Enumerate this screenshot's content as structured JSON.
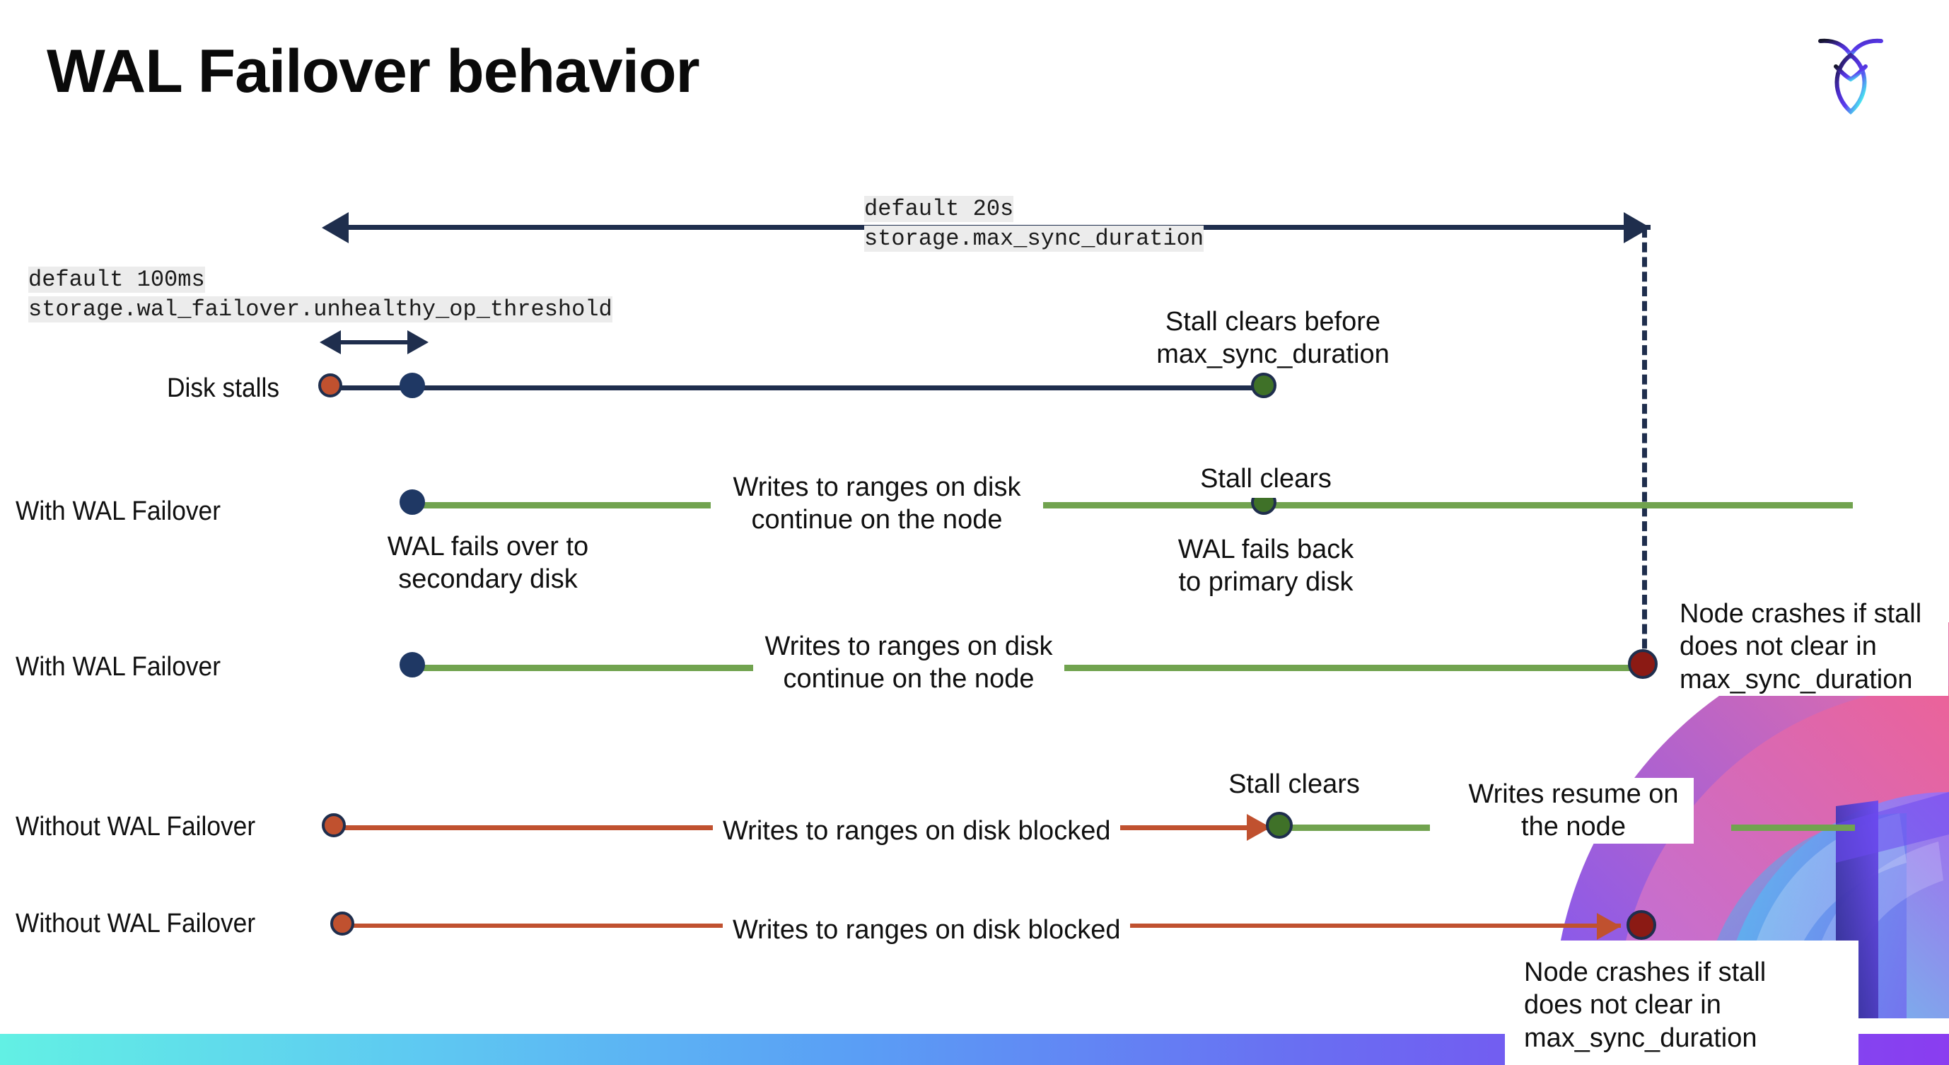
{
  "slide": {
    "title": "WAL Failover behavior",
    "logo_name": "cockroachdb-logo"
  },
  "settings": {
    "max_sync_duration": {
      "default_line": "default 20s",
      "name_line": "storage.max_sync_duration"
    },
    "unhealthy_op_threshold": {
      "default_line": "default 100ms",
      "name_line": "storage.wal_failover.unhealthy_op_threshold"
    }
  },
  "rows": [
    {
      "id": "disk-stalls",
      "label": "Disk stalls",
      "annotation_top": "Stall clears before\nmax_sync_duration"
    },
    {
      "id": "with-wal-failover-clears",
      "label": "With WAL Failover",
      "note_mid": "Writes to ranges on disk\ncontinue on the node",
      "note_start": "WAL fails over to\nsecondary disk",
      "note_event": "Stall clears",
      "note_event_sub": "WAL fails  back\nto primary disk"
    },
    {
      "id": "with-wal-failover-crash",
      "label": "With WAL Failover",
      "note_mid": "Writes to ranges on disk\ncontinue on the node",
      "note_end": "Node crashes if stall\ndoes not clear in\nmax_sync_duration"
    },
    {
      "id": "without-wal-failover-clears",
      "label": "Without WAL Failover",
      "note_mid": "Writes to ranges on disk  blocked",
      "note_event": "Stall clears",
      "note_after": "Writes resume on\nthe node"
    },
    {
      "id": "without-wal-failover-crash",
      "label": "Without WAL Failover",
      "note_mid": "Writes to ranges on disk  blocked",
      "note_end": "Node crashes if stall\ndoes not clear in\nmax_sync_duration"
    }
  ],
  "colors": {
    "navy": "#1f2e4d",
    "navy_dot": "#1f3864",
    "green_line": "#71a34f",
    "green_dot": "#3f7128",
    "orange": "#c0512f",
    "dark_red": "#8b1a14",
    "code_highlight": "#ececec"
  }
}
